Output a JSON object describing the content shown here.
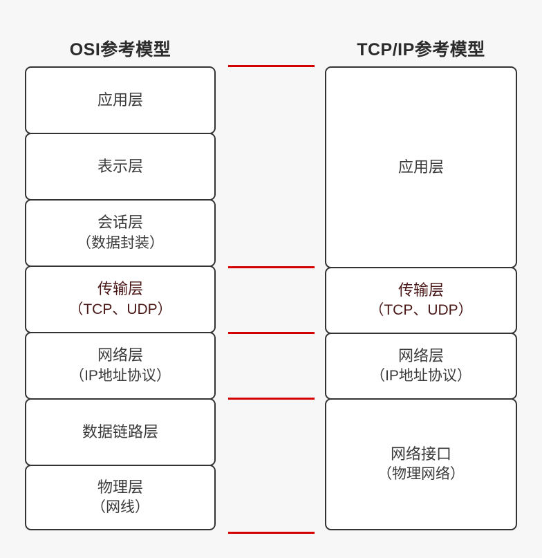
{
  "diagram": {
    "title_left": "OSI参考模型",
    "title_right": "TCP/IP参考模型",
    "accent_color": "#d40000",
    "accent_text_color": "#4a1717",
    "box_border_color": "#333333",
    "background_color": "#f7f7f7"
  },
  "osi_layers": [
    {
      "name": "应用层",
      "sub": ""
    },
    {
      "name": "表示层",
      "sub": ""
    },
    {
      "name": "会话层",
      "sub": "（数据封装）"
    },
    {
      "name": "传输层",
      "sub": "（TCP、UDP）"
    },
    {
      "name": "网络层",
      "sub": "（IP地址协议）"
    },
    {
      "name": "数据链路层",
      "sub": ""
    },
    {
      "name": "物理层",
      "sub": "（网线）"
    }
  ],
  "tcpip_layers": [
    {
      "name": "应用层",
      "sub": ""
    },
    {
      "name": "传输层",
      "sub": "（TCP、UDP）"
    },
    {
      "name": "网络层",
      "sub": "（IP地址协议）"
    },
    {
      "name": "网络接口",
      "sub": "（物理网络）"
    }
  ]
}
